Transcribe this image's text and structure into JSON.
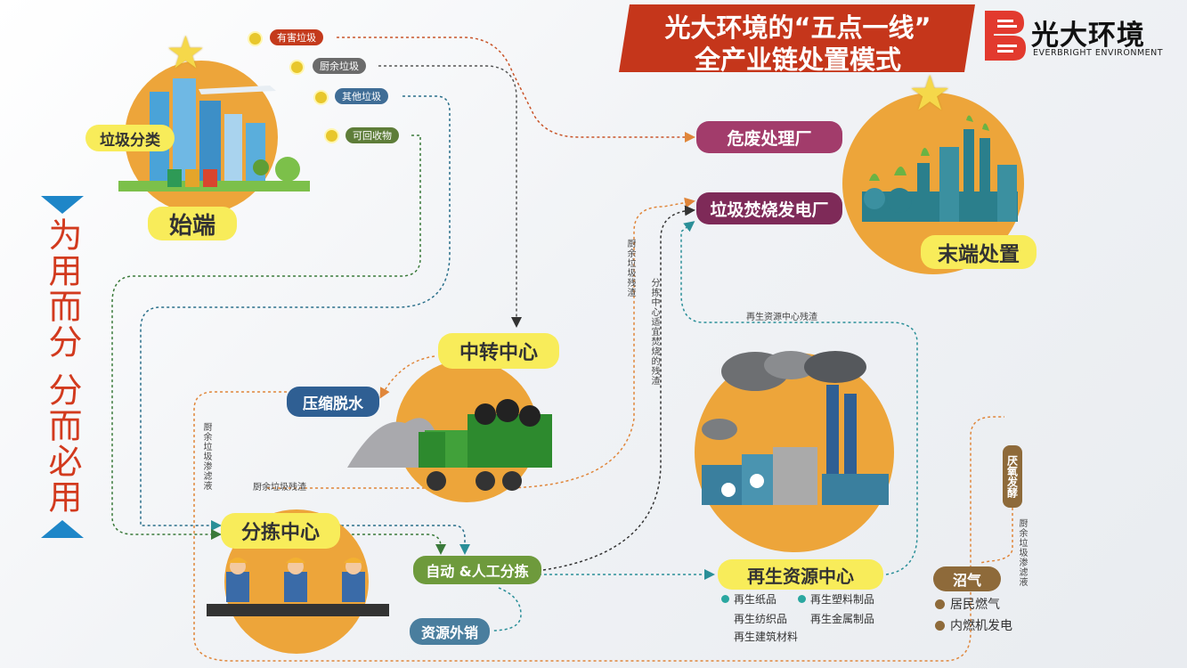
{
  "title": {
    "line1": "光大环境的“五点一线”",
    "line2": "全产业链处置模式"
  },
  "logo": {
    "name": "光大环境",
    "sub": "EVERBRIGHT ENVIRONMENT"
  },
  "side_slogan": "为用而分 分而必用",
  "start": {
    "label": "垃圾分类",
    "badge": "始端"
  },
  "waste_types": [
    "有害垃圾",
    "厨余垃圾",
    "其他垃圾",
    "可回收物"
  ],
  "end": {
    "badge": "末端处置",
    "hazardous": "危废处理厂",
    "incineration": "垃圾焚烧发电厂"
  },
  "transfer": {
    "badge": "中转中心",
    "compress": "压缩脱水"
  },
  "sorting": {
    "badge": "分拣中心",
    "auto": "自动 &人工分拣",
    "export": "资源外销"
  },
  "recycle": {
    "badge": "再生资源中心",
    "products": [
      "再生纸品",
      "再生塑料制品",
      "再生纺织品",
      "再生金属制品",
      "再生建筑材料"
    ]
  },
  "anaerobic": {
    "label": "厌氧发酵",
    "biogas": "沼气",
    "uses": [
      "居民燃气",
      "内燃机发电"
    ]
  },
  "flow_labels": {
    "kitchen_residue_v": "厨余垃圾残渣",
    "sorting_residue_v": "分拣中心适宜焚烧的残渣",
    "recycle_residue": "再生资源中心残渣",
    "leachate_left": "厨余垃圾渗滤液",
    "kitchen_residue_h": "厨余垃圾残渣",
    "leachate_right": "厨余垃圾渗滤液"
  },
  "colors": {
    "orange": "#eda53a",
    "yellow_pill": "#f8ec5a",
    "title_red": "#c5361b",
    "hazardous": "#a23c6b",
    "incineration": "#7e2a58",
    "compress": "#2f5f93",
    "auto_sort": "#6e9a3c",
    "export": "#4a7e9e",
    "biogas_brown": "#8e6a3a",
    "tag_red": "#c43a1c",
    "tag_gray": "#6b6b6b",
    "tag_blue": "#3f6d96",
    "tag_green": "#5e7d39"
  }
}
